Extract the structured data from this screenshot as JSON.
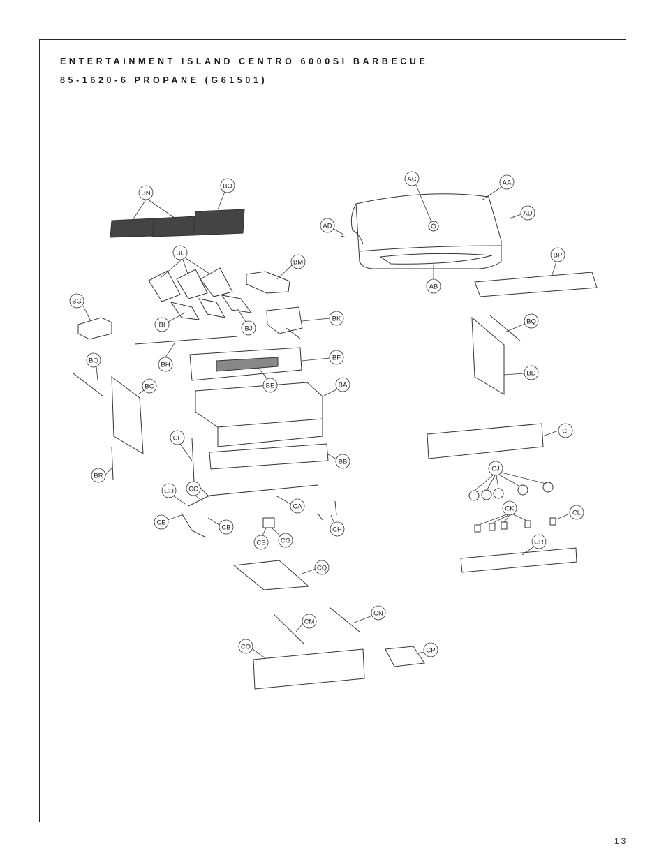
{
  "title_line1": "ENTERTAINMENT ISLAND CENTRO 6000SI BARBECUE",
  "title_line2": "85-1620-6 PROPANE (G61501)",
  "page_number": "13",
  "callouts": {
    "AA": "AA",
    "AB": "AB",
    "AC": "AC",
    "AD": "AD",
    "BA": "BA",
    "BB": "BB",
    "BC": "BC",
    "BD": "BD",
    "BE": "BE",
    "BF": "BF",
    "BG": "BG",
    "BH": "BH",
    "BI": "BI",
    "BJ": "BJ",
    "BK": "BK",
    "BL": "BL",
    "BM": "BM",
    "BN": "BN",
    "BO": "BO",
    "BP": "BP",
    "BQ": "BQ",
    "BR": "BR",
    "CA": "CA",
    "CB": "CB",
    "CC": "CC",
    "CD": "CD",
    "CE": "CE",
    "CF": "CF",
    "CG": "CG",
    "CH": "CH",
    "CI": "CI",
    "CJ": "CJ",
    "CK": "CK",
    "CL": "CL",
    "CM": "CM",
    "CN": "CN",
    "CO": "CO",
    "CP": "CP",
    "CQ": "CQ",
    "CR": "CR",
    "CS": "CS"
  }
}
